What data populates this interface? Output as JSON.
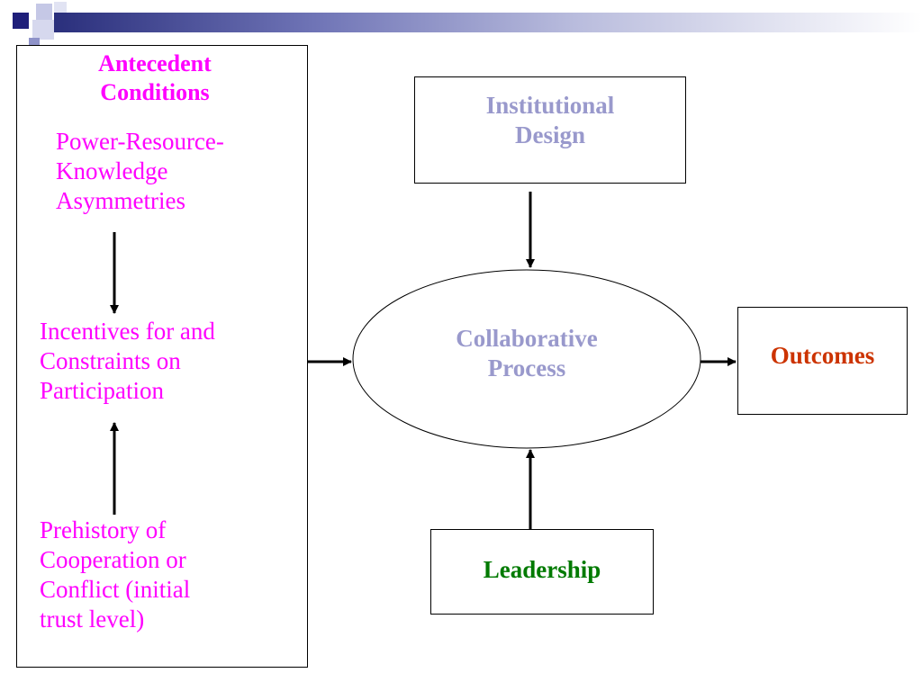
{
  "antecedent": {
    "heading_line1": "Antecedent",
    "heading_line2": "Conditions",
    "item1": [
      "Power-Resource-",
      "Knowledge",
      "Asymmetries"
    ],
    "item2": [
      "Incentives for and",
      "Constraints on",
      "Participation"
    ],
    "item3": [
      "Prehistory of",
      "Cooperation or",
      "Conflict (initial",
      "trust level)"
    ]
  },
  "institutional_design": [
    "Institutional",
    "Design"
  ],
  "collaborative_process": [
    "Collaborative",
    "Process"
  ],
  "outcomes": "Outcomes",
  "leadership": "Leadership",
  "colors": {
    "magenta": "#ff00ff",
    "periwinkle": "#9999cc",
    "outcomes": "#cc3300",
    "leadership": "#007a00",
    "deco_navy": "#1f1f7a",
    "deco_light": "#8f93c9"
  }
}
